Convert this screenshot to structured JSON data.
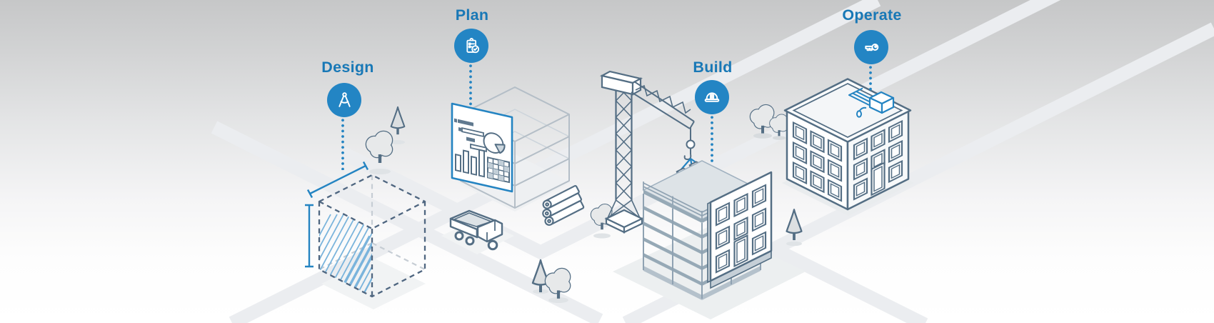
{
  "stages": [
    {
      "label": "Design",
      "icon": "drafting-compass-icon"
    },
    {
      "label": "Plan",
      "icon": "clipboard-check-icon"
    },
    {
      "label": "Build",
      "icon": "hard-hat-icon"
    },
    {
      "label": "Operate",
      "icon": "key-icon"
    }
  ],
  "colors": {
    "accent_blue": "#2385c4",
    "label_blue": "#1878b6",
    "outline_slate": "#546e84",
    "wireframe_gray": "#b4bec7",
    "road": "#ebedf0",
    "background_top": "#c6c7c8",
    "background_bottom": "#ffffff"
  }
}
